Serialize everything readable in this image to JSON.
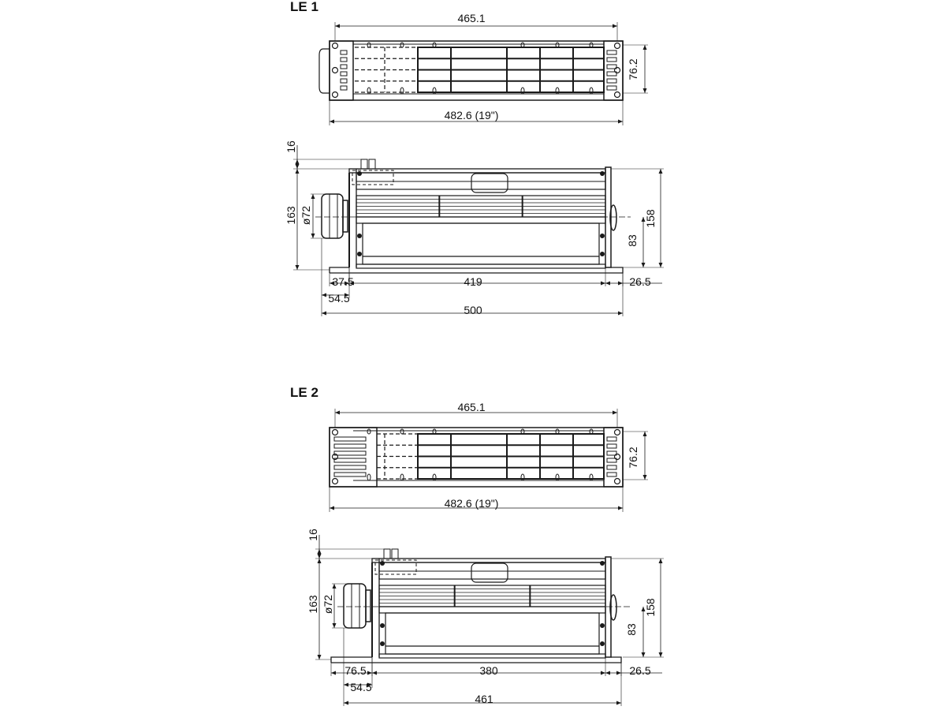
{
  "drawings": [
    {
      "title": "LE 1",
      "front": {
        "width_inner": "465.1",
        "width_outer": "482.6 (19\")",
        "height": "76.2"
      },
      "side": {
        "top_offset": "16",
        "total_height": "163",
        "motor_dia": "ø72",
        "height": "158",
        "axis_height": "83",
        "left_overhang": "37.5",
        "body_length": "419",
        "right_overhang": "26.5",
        "motor_offset": "54.5",
        "total_length": "500"
      }
    },
    {
      "title": "LE 2",
      "front": {
        "width_inner": "465.1",
        "width_outer": "482.6 (19\")",
        "height": "76.2"
      },
      "side": {
        "top_offset": "16",
        "total_height": "163",
        "motor_dia": "ø72",
        "height": "158",
        "axis_height": "83",
        "left_overhang": "76.5",
        "body_length": "380",
        "right_overhang": "26.5",
        "motor_offset": "54.5",
        "total_length": "461"
      }
    }
  ],
  "line_color": "#1a1a1a"
}
